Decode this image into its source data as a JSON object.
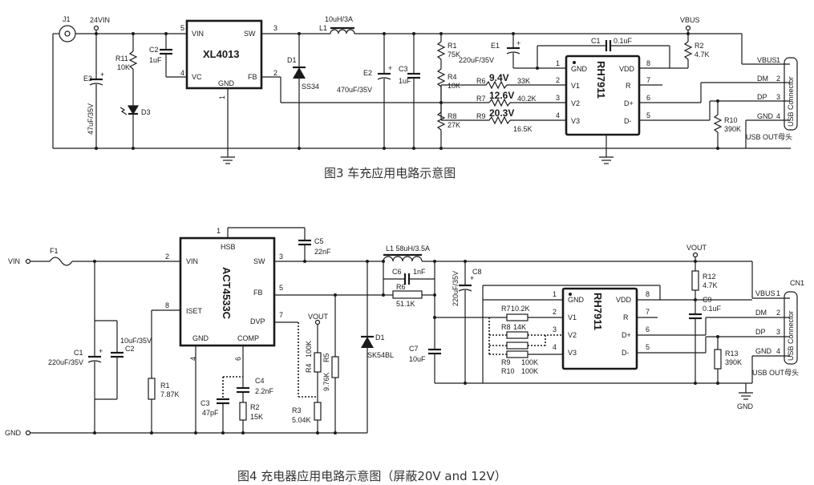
{
  "fig3": {
    "caption": "图3   车充应用电路示意图",
    "ic_main": "XL4013",
    "ic_pins": {
      "vin": "VIN",
      "sw": "SW",
      "vc": "VC",
      "fb": "FB",
      "gnd": "GND",
      "p5": "5",
      "p3": "3",
      "p4": "4",
      "p2": "2",
      "p1": "1"
    },
    "input_net": "24VIN",
    "j1": "J1",
    "e3": "E3",
    "e3_val": "47uF/35V",
    "r11": "R11",
    "r11_val": "10K",
    "d3": "D3",
    "c2": "C2",
    "c2_val": "1uF",
    "inductor": "L1",
    "inductor_val": "10uH/3A",
    "d1": "D1",
    "d1_val": "SS34",
    "e2": "E2",
    "e2_val": "470uF/35V",
    "c3": "C3",
    "c3_val": "1uF",
    "r1": "R1",
    "r1_val": "75K",
    "r4": "R4",
    "r4_val": "10K",
    "r8": "R8",
    "r8_val": "27K",
    "e1": "E1",
    "e1_val": "220uF/35V",
    "c1": "C1",
    "c1_val": "0.1uF",
    "r2": "R2",
    "r2_val": "4.7K",
    "vbus": "VBUS",
    "r6": "R6",
    "r6_val": "33K",
    "v1": "9.4V",
    "r7": "R7",
    "r7_val": "40.2K",
    "v2": "12.6V",
    "r9": "R9",
    "r9_val": "16.5K",
    "v3": "20.3V",
    "rh": "RH7911",
    "rh_pins": {
      "gnd": "GND",
      "v1": "V1",
      "v2": "V2",
      "v3": "V3",
      "vdd": "VDD",
      "r": "R",
      "dp": "D+",
      "dm": "D-",
      "n1": "1",
      "n2": "2",
      "n3": "3",
      "n4": "4",
      "n5": "5",
      "n6": "6",
      "n7": "7",
      "n8": "8"
    },
    "r10": "R10",
    "r10_val": "390K",
    "usb": {
      "vbus": "VBUS",
      "dm": "DM",
      "dp": "DP",
      "gnd": "GND",
      "n1": "1",
      "n2": "2",
      "n3": "3",
      "n4": "4",
      "label": "USB Connector",
      "out": "USB OUT母头"
    }
  },
  "fig4": {
    "caption": "图4   充电器应用电路示意图（屏蔽20V and 12V）",
    "vin": "VIN",
    "gnd_net": "GND",
    "f1": "F1",
    "ic_main": "ACT4533C",
    "ic_pins": {
      "hsb": "HSB",
      "vin": "VIN",
      "sw": "SW",
      "fb": "FB",
      "iset": "ISET",
      "dvp": "DVP",
      "gnd": "GND",
      "comp": "COMP",
      "p1": "1",
      "p2": "2",
      "p3": "3",
      "p5": "5",
      "p7": "7",
      "p8": "8",
      "p4": "4",
      "p6": "6"
    },
    "c5": "C5",
    "c5_val": "22nF",
    "c1": "C1",
    "c1_val": "220uF/35V",
    "c2": "C2",
    "c2_val": "10uF/35V",
    "r1": "R1",
    "r1_val": "7.87K",
    "c3": "C3",
    "c3_val": "47pF",
    "c4": "C4",
    "c4_val": "2.2nF",
    "r2": "R2",
    "r2_val": "15K",
    "r3": "R3",
    "r3_val": "5.04K",
    "r4": "R4",
    "r4_val": "100K",
    "r5": "R5",
    "r5_val": "9.76K",
    "vout_small": "VOUT",
    "d1": "D1",
    "d1_val": "SK54BL",
    "l1": "L1 58uH/3.5A",
    "c6": "C6",
    "c6_val": "1nF",
    "r6": "R6",
    "r6_val": "51.1K",
    "c7": "C7",
    "c7_val": "10uF",
    "c8": "C8",
    "c8_val": "220uF/35V",
    "r7": "R7",
    "r7_val": "10.2K",
    "r8": "R8",
    "r8_val": "14K",
    "r9": "R9",
    "r9_val": "100K",
    "r10": "R10",
    "r10_val": "100K",
    "rh": "RH7911",
    "rh_pins": {
      "gnd": "GND",
      "v1": "V1",
      "v2": "V2",
      "v3": "V3",
      "vdd": "VDD",
      "r": "R",
      "dp": "D+",
      "dm": "D-",
      "n1": "1",
      "n2": "2",
      "n3": "3",
      "n4": "4",
      "n5": "5",
      "n6": "6",
      "n7": "7",
      "n8": "8"
    },
    "vout": "VOUT",
    "r12": "R12",
    "r12_val": "4.7K",
    "c9": "C9",
    "c9_val": "0.1uF",
    "r13": "R13",
    "r13_val": "390K",
    "cn1": "CN1",
    "gnd_sym": "GND",
    "usb": {
      "vbus": "VBUS",
      "dm": "DM",
      "dp": "DP",
      "gnd": "GND",
      "n1": "1",
      "n2": "2",
      "n3": "3",
      "n4": "4",
      "label": "USB Connector",
      "out": "USB OUT母头"
    }
  }
}
